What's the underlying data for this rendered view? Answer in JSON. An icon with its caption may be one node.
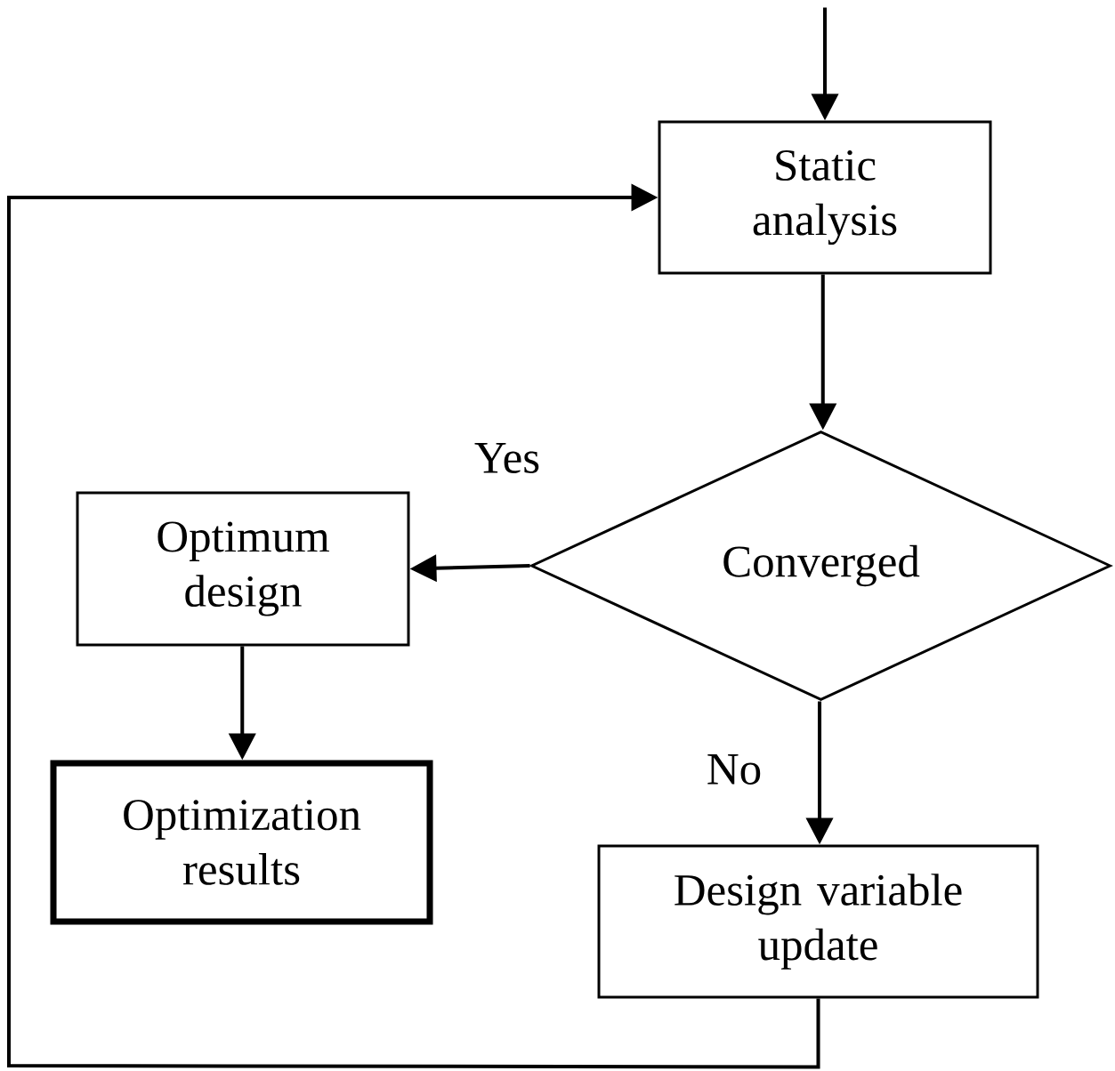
{
  "diagram": {
    "nodes": [
      {
        "text": [
          "Static analysis"
        ]
      },
      {
        "text": [
          "Converged"
        ]
      },
      {
        "text": [
          "Optimum design"
        ]
      },
      {
        "text": [
          "Optimization results"
        ]
      },
      {
        "text": [
          "Design variable update"
        ]
      }
    ],
    "edges": [
      {
        "from": null,
        "to": 0,
        "arrow": "to"
      },
      {
        "from": 0,
        "to": 1,
        "arrow": "to"
      },
      {
        "from": 1,
        "to": 2,
        "arrow": "to",
        "label": "Yes"
      },
      {
        "from": 2,
        "to": 3,
        "arrow": "to"
      },
      {
        "from": 1,
        "to": 4,
        "arrow": "to",
        "label": "No"
      },
      {
        "from": 4,
        "to": 0,
        "arrow": "to"
      }
    ]
  }
}
